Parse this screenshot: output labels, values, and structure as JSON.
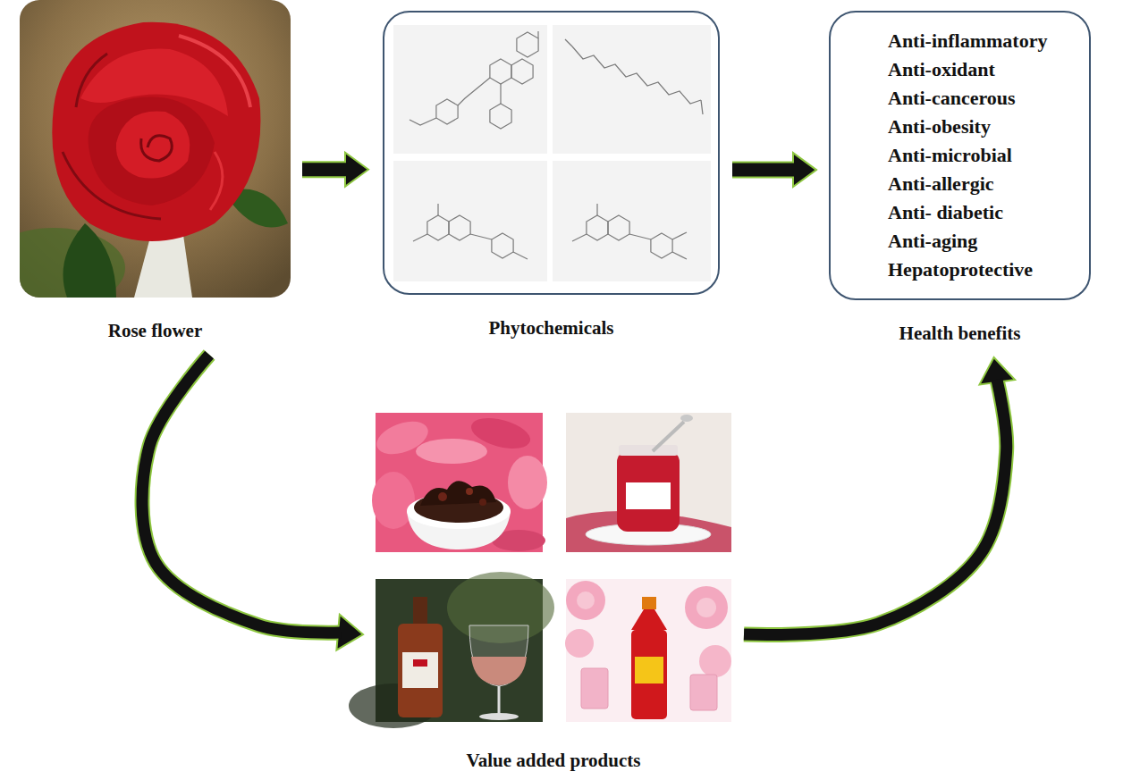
{
  "diagram": {
    "nodes": [
      {
        "text": [
          "Rose flower"
        ]
      },
      {
        "text": [
          "Phytochemicals"
        ]
      },
      {
        "text": [
          "Anti-inflammatory",
          "Anti-oxidant",
          "Anti-cancerous",
          "Anti-obesity",
          "Anti-microbial",
          "Anti-allergic",
          "Anti- diabetic",
          "Anti-aging",
          "Hepatoprotective",
          "Health benefits"
        ]
      },
      {
        "text": [
          "Value added products"
        ]
      }
    ],
    "edges": [
      {
        "from": 0,
        "to": 1,
        "arrow": "to"
      },
      {
        "from": 1,
        "to": 2,
        "arrow": "to"
      },
      {
        "from": 0,
        "to": 3,
        "arrow": "to"
      },
      {
        "from": 3,
        "to": 2,
        "arrow": "to"
      }
    ]
  }
}
